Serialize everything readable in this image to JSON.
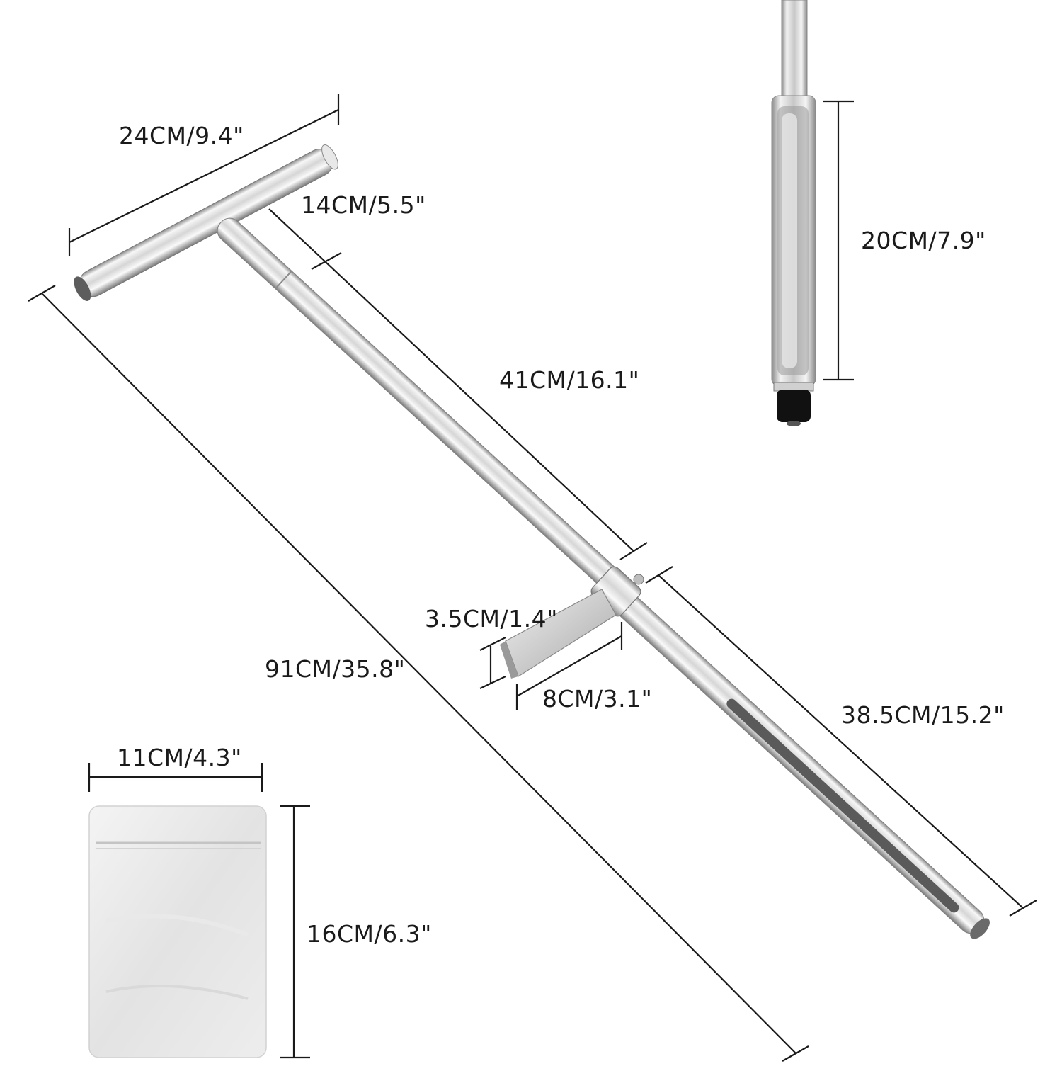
{
  "dimensions": {
    "handle_width": "24CM/9.4\"",
    "handle_upper_section": "14CM/5.5\"",
    "middle_section": "41CM/16.1\"",
    "total_length": "91CM/35.8\"",
    "step_thickness": "3.5CM/1.4\"",
    "step_width": "8CM/3.1\"",
    "sampling_tube": "38.5CM/15.2\"",
    "tip_closeup_length": "20CM/7.9\"",
    "bag_width": "11CM/4.3\"",
    "bag_height": "16CM/6.3\""
  },
  "icons": [
    "soil-sampler-probe",
    "sample-bag",
    "probe-tip-closeup"
  ],
  "colors": {
    "steel_light": "#f4f4f4",
    "steel_mid": "#c9c9c9",
    "steel_dark": "#7d7d7d",
    "line": "#1a1a1a",
    "cap": "#111111"
  }
}
